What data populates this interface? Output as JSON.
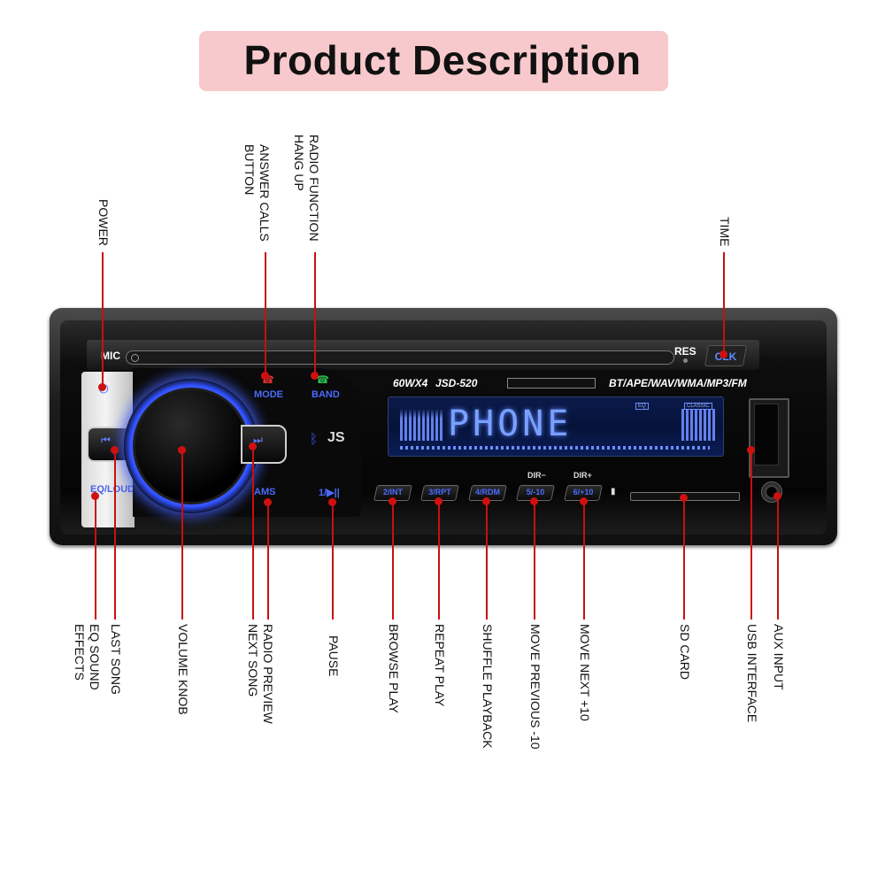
{
  "title": "Product Description",
  "device": {
    "mic": "MIC",
    "res": "RES",
    "clk": "CLK",
    "mode": "MODE",
    "band": "BAND",
    "eq_loud": "EQ/LOUD",
    "ams": "AMS",
    "pause_btn": "1/▶||",
    "brand": "60WX4",
    "model": "JSD-520",
    "formats": "BT/APE/WAV/WMA/MP3/FM",
    "display": "PHONE",
    "eq_badge": "EQ",
    "classic_badge": "CLASSIC",
    "usb_logo": "JS",
    "presets": [
      "2/INT",
      "3/RPT",
      "4/RDM",
      "5/-10",
      "6/+10"
    ],
    "dir_minus": "DIR−",
    "dir_plus": "DIR+"
  },
  "callouts_top": {
    "power": "POWER",
    "answer": "ANSWER CALLS\nBUTTON",
    "radio_func": "RADIO FUNCTION\nHANG UP",
    "time": "TIME"
  },
  "callouts_bottom": {
    "eq": "EQ SOUND\nEFFECTS",
    "last": "LAST SONG",
    "volume": "VOLUME KNOB",
    "radio_preview": "RADIO PREVIEW\nNEXT SONG",
    "pause": "PAUSE",
    "browse": "BROWSE PLAY",
    "repeat": "REPEAT PLAY",
    "shuffle": "SHUFFLE PLAYBACK",
    "prev10": "MOVE PREVIOUS -10",
    "next10": "MOVE NEXT +10",
    "sd": "SD CARD",
    "usb": "USB INTERFACE",
    "aux": "AUX INPUT"
  }
}
